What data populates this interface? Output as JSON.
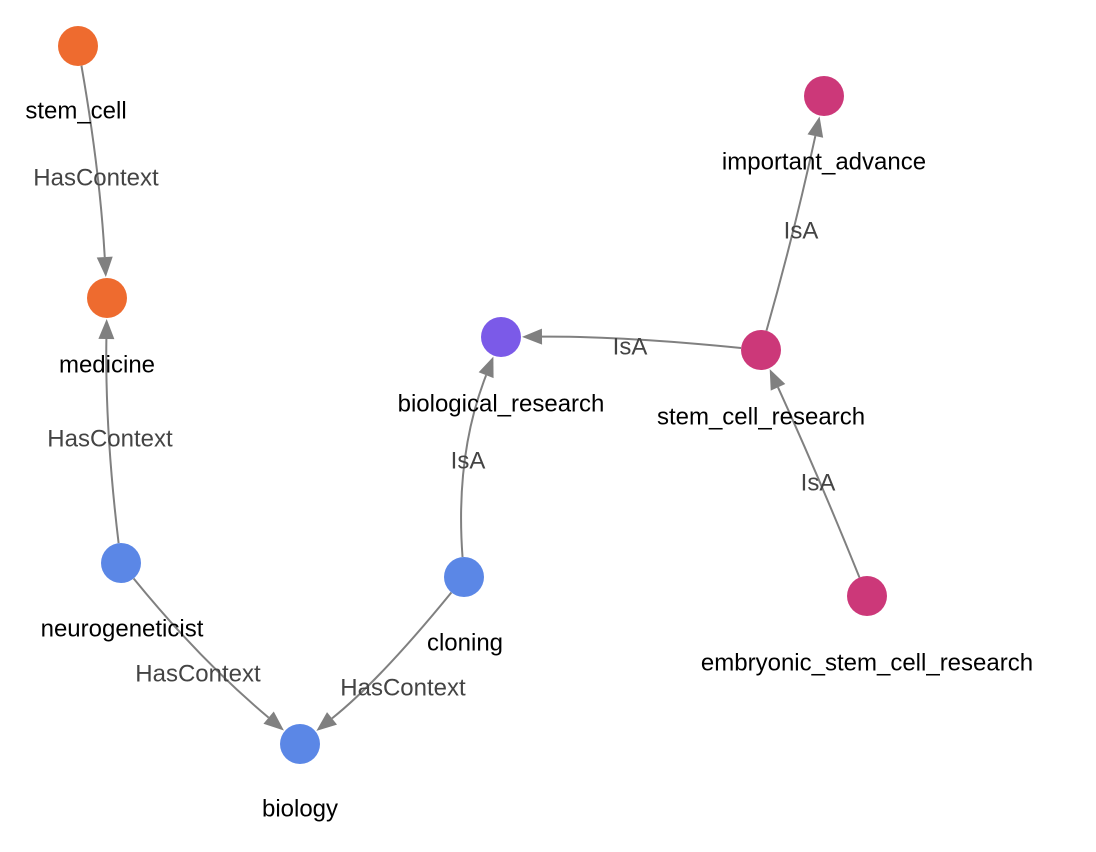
{
  "colors": {
    "orange": "#ee6b2f",
    "blue": "#5b87e6",
    "purple": "#7b5ae8",
    "magenta": "#cc3879",
    "edge": "#808080",
    "edge_label": "#444444",
    "node_label": "#000000"
  },
  "nodes": [
    {
      "id": "stem_cell",
      "label": "stem_cell",
      "color": "orange"
    },
    {
      "id": "medicine",
      "label": "medicine",
      "color": "orange"
    },
    {
      "id": "neurogeneticist",
      "label": "neurogeneticist",
      "color": "blue"
    },
    {
      "id": "biology",
      "label": "biology",
      "color": "blue"
    },
    {
      "id": "cloning",
      "label": "cloning",
      "color": "blue"
    },
    {
      "id": "biological_research",
      "label": "biological_research",
      "color": "purple"
    },
    {
      "id": "stem_cell_research",
      "label": "stem_cell_research",
      "color": "magenta"
    },
    {
      "id": "important_advance",
      "label": "important_advance",
      "color": "magenta"
    },
    {
      "id": "embryonic_stem_cell_research",
      "label": "embryonic_stem_cell_research",
      "color": "magenta"
    }
  ],
  "edges": [
    {
      "from": "stem_cell",
      "to": "medicine",
      "label": "HasContext"
    },
    {
      "from": "neurogeneticist",
      "to": "medicine",
      "label": "HasContext"
    },
    {
      "from": "neurogeneticist",
      "to": "biology",
      "label": "HasContext"
    },
    {
      "from": "cloning",
      "to": "biology",
      "label": "HasContext"
    },
    {
      "from": "cloning",
      "to": "biological_research",
      "label": "IsA"
    },
    {
      "from": "stem_cell_research",
      "to": "biological_research",
      "label": "IsA"
    },
    {
      "from": "stem_cell_research",
      "to": "important_advance",
      "label": "IsA"
    },
    {
      "from": "embryonic_stem_cell_research",
      "to": "stem_cell_research",
      "label": "IsA"
    }
  ]
}
